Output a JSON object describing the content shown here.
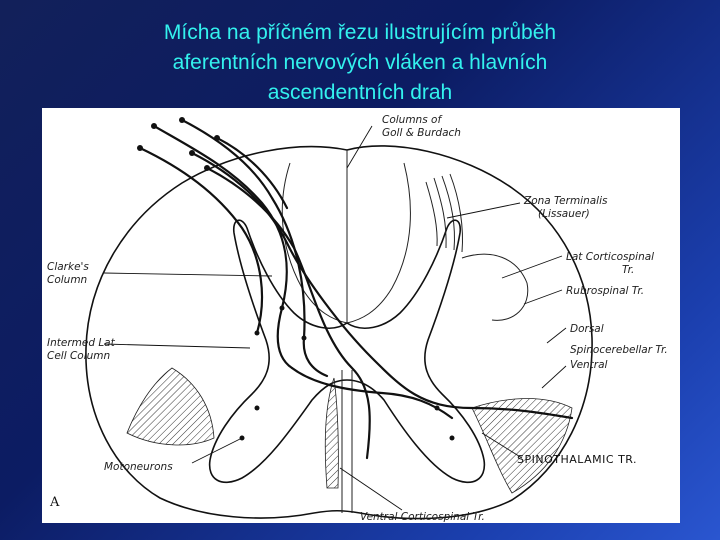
{
  "title": {
    "line1": "Mícha na příčném řezu ilustrujícím průběh",
    "line2": "aferentních nervových vláken a hlavních",
    "line3": "ascendentních drah"
  },
  "figure": {
    "panel_letter": "A",
    "labels": {
      "goll_burdach_1": "Columns of",
      "goll_burdach_2": "Goll & Burdach",
      "zona_1": "Zona Terminalis",
      "zona_2": "(Lissauer)",
      "lat_cort_1": "Lat Corticospinal",
      "lat_cort_2": "Tr.",
      "rubrospinal": "Rubrospinal Tr.",
      "dorsal": "Dorsal",
      "spinocereb": "Spinocerebellar Tr.",
      "ventral": "Ventral",
      "spinothalamic": "SPINOTHALAMIC TR.",
      "ventral_cort": "Ventral Corticospinal Tr.",
      "clarke_1": "Clarke's",
      "clarke_2": "Column",
      "intermed_1": "Intermed Lat",
      "intermed_2": "Cell Column",
      "motoneurons": "Motoneurons"
    }
  }
}
